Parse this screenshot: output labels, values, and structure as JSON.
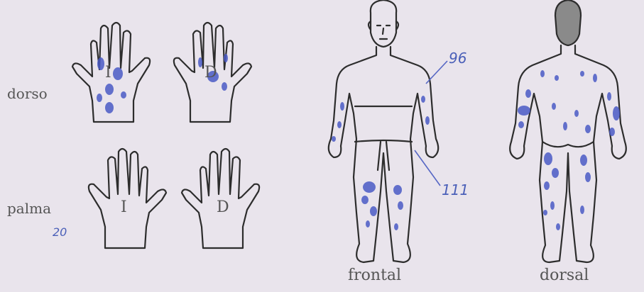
{
  "labels": {
    "row_top": "dorso",
    "row_bottom": "palma",
    "hand_left_top": "I",
    "hand_right_top": "D",
    "hand_left_bottom": "I",
    "hand_right_bottom": "D",
    "view_front": "frontal",
    "view_back": "dorsal"
  },
  "annotations": {
    "front_arm": "96",
    "front_leg": "111",
    "palm_note": "20"
  },
  "colors": {
    "background": "#e9e4ec",
    "ink": "#2d2d2d",
    "lesion": "#4a5bc6",
    "hair": "#8a8a8a"
  }
}
